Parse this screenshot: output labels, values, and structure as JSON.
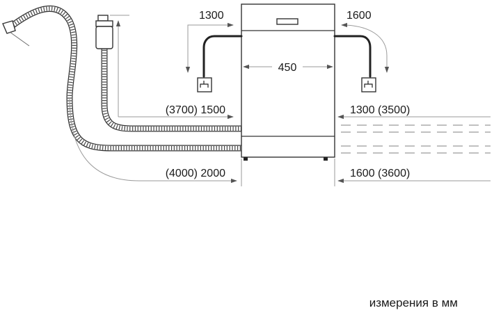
{
  "labels": {
    "left_hose_arc": "1300",
    "right_hose_arc": "1600",
    "width": "450",
    "inlet_left": "(3700) 1500",
    "inlet_right": "1300 (3500)",
    "drain_left": "(4000) 2000",
    "drain_right": "1600 (3600)"
  },
  "caption": "измерения в мм",
  "colors": {
    "line": "#222222",
    "dimension": "#9a9a9a"
  },
  "icons": [
    "water-tap-icon",
    "water-tap-icon",
    "aquastop-valve-icon",
    "drain-hose-icon",
    "inlet-hose-icon"
  ]
}
